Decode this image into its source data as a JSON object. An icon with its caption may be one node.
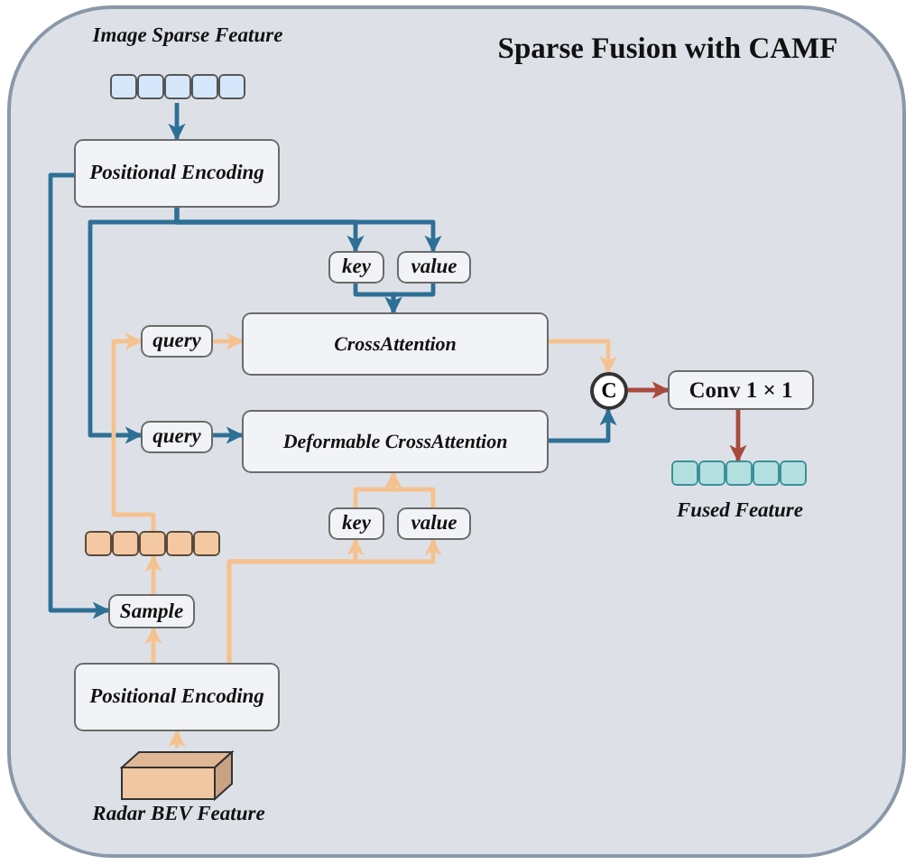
{
  "diagram": {
    "title": "Sparse Fusion with CAMF",
    "nodes": [
      {
        "text": [
          "Image Sparse Feature"
        ]
      },
      {
        "text": [
          "Positional Encoding"
        ]
      },
      {
        "text": [
          "key"
        ]
      },
      {
        "text": [
          "value"
        ]
      },
      {
        "text": [
          "query"
        ]
      },
      {
        "text": [
          "CrossAttention"
        ]
      },
      {
        "text": [
          "query"
        ]
      },
      {
        "text": [
          "Deformable CrossAttention"
        ]
      },
      {
        "text": [
          "key"
        ]
      },
      {
        "text": [
          "value"
        ]
      },
      {
        "text": [],
        "shape": "bar"
      },
      {
        "text": [
          "Sample"
        ]
      },
      {
        "text": [
          "Positional Encoding"
        ]
      },
      {
        "text": [
          "Radar BEV Feature"
        ]
      },
      {
        "text": [
          "C"
        ]
      },
      {
        "text": [
          "Conv 1 × 1"
        ]
      },
      {
        "text": [
          "Fused Feature"
        ]
      }
    ],
    "edges": [
      {
        "from": 0,
        "to": 1,
        "arrow": "to",
        "color": "#2e6f96"
      },
      {
        "from": 1,
        "to": 2,
        "arrow": "to",
        "color": "#2e6f96"
      },
      {
        "from": 1,
        "to": 3,
        "arrow": "to",
        "color": "#2e6f96"
      },
      {
        "from": 1,
        "to": 6,
        "arrow": "to",
        "color": "#2e6f96"
      },
      {
        "from": 1,
        "to": 11,
        "arrow": "to",
        "color": "#2e6f96"
      },
      {
        "from": 2,
        "to": 5,
        "arrow": "to",
        "color": "#2e6f96"
      },
      {
        "from": 3,
        "to": 5,
        "arrow": "to",
        "color": "#2e6f96"
      },
      {
        "from": 4,
        "to": 5,
        "arrow": "to",
        "color": "#f5c28f"
      },
      {
        "from": 6,
        "to": 7,
        "arrow": "to",
        "color": "#2e6f96"
      },
      {
        "from": 10,
        "to": 4,
        "arrow": "to",
        "color": "#f5c28f"
      },
      {
        "from": 11,
        "to": 10,
        "arrow": "to",
        "color": "#f5c28f"
      },
      {
        "from": 12,
        "to": 11,
        "arrow": "to",
        "color": "#f5c28f"
      },
      {
        "from": 13,
        "to": 12,
        "arrow": "to",
        "color": "#f5c28f"
      },
      {
        "from": 12,
        "to": 8,
        "arrow": "to",
        "color": "#f5c28f"
      },
      {
        "from": 12,
        "to": 9,
        "arrow": "to",
        "color": "#f5c28f"
      },
      {
        "from": 8,
        "to": 7,
        "arrow": "to",
        "color": "#f5c28f"
      },
      {
        "from": 9,
        "to": 7,
        "arrow": "to",
        "color": "#f5c28f"
      },
      {
        "from": 5,
        "to": 14,
        "arrow": "to",
        "color": "#f5c28f"
      },
      {
        "from": 7,
        "to": 14,
        "arrow": "to",
        "color": "#2e6f96"
      },
      {
        "from": 14,
        "to": 15,
        "arrow": "to",
        "color": "#a84a3c"
      },
      {
        "from": 15,
        "to": 16,
        "arrow": "to",
        "color": "#a84a3c"
      }
    ]
  }
}
